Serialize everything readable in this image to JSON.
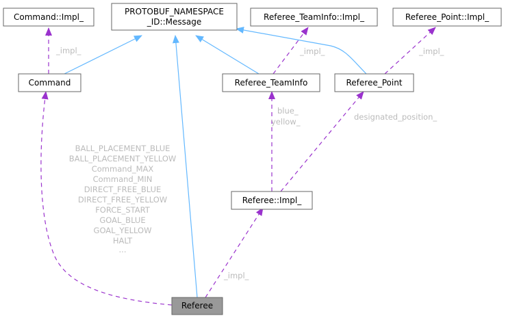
{
  "nodes": {
    "message": {
      "line1": "PROTOBUF_NAMESPACE",
      "line2": "_ID::Message"
    },
    "command_impl": {
      "label": "Command::Impl_"
    },
    "teaminfo_impl": {
      "label": "Referee_TeamInfo::Impl_"
    },
    "point_impl": {
      "label": "Referee_Point::Impl_"
    },
    "command": {
      "label": "Command"
    },
    "teaminfo": {
      "label": "Referee_TeamInfo"
    },
    "point": {
      "label": "Referee_Point"
    },
    "referee_impl": {
      "label": "Referee::Impl_"
    },
    "referee": {
      "label": "Referee"
    }
  },
  "edge_labels": {
    "command_impl": "_impl_",
    "teaminfo_impl": "_impl_",
    "point_impl": "_impl_",
    "blue": "blue_",
    "yellow": "yellow_",
    "designated_position": "designated_position_",
    "referee_impl": "_impl_"
  },
  "command_values": [
    "BALL_PLACEMENT_BLUE",
    "BALL_PLACEMENT_YELLOW",
    "Command_MAX",
    "Command_MIN",
    "DIRECT_FREE_BLUE",
    "DIRECT_FREE_YELLOW",
    "FORCE_START",
    "GOAL_BLUE",
    "GOAL_YELLOW",
    "HALT",
    "..."
  ],
  "colors": {
    "inheritance_edge": "#63b8ff",
    "member_edge": "#9a32cd",
    "label_text": "#bbbbbb",
    "current_node_fill": "#999999"
  }
}
